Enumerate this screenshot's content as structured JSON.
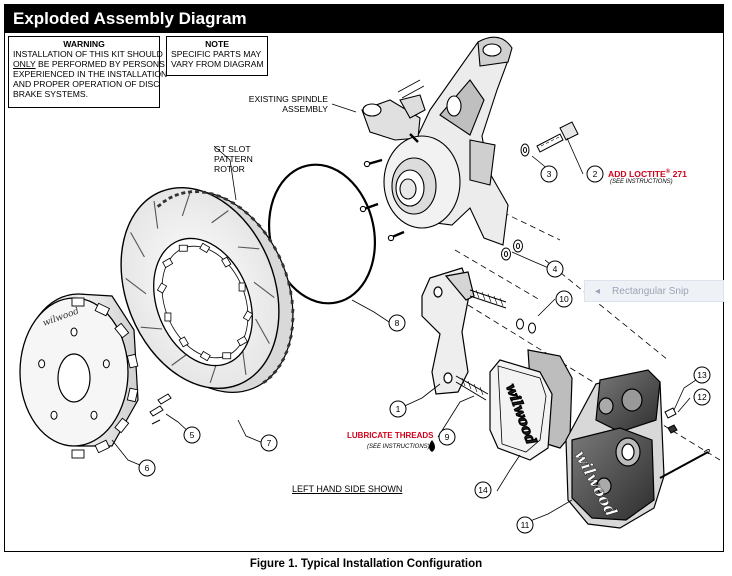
{
  "header": {
    "title": "Exploded Assembly Diagram"
  },
  "warning": {
    "heading": "WARNING",
    "lines": [
      "INSTALLATION OF THIS KIT SHOULD",
      "BE PERFORMED BY PERSONS",
      "EXPERIENCED IN THE INSTALLATION",
      "AND PROPER OPERATION OF DISC",
      "BRAKE SYSTEMS."
    ],
    "emphasis": "ONLY"
  },
  "note": {
    "heading": "NOTE",
    "lines": [
      "SPECIFIC PARTS MAY",
      "VARY FROM DIAGRAM"
    ]
  },
  "labels": {
    "spindle": [
      "EXISTING SPINDLE",
      "ASSEMBLY"
    ],
    "rotor": [
      "GT SLOT",
      "PATTERN",
      "ROTOR"
    ],
    "loctite": "ADD LOCTITE",
    "loctite_mark": "®",
    "loctite_num": " 271",
    "loctite_note": "(SEE INSTRUCTIONS)",
    "lube": "LUBRICATE THREADS",
    "lube_note": "(SEE INSTRUCTIONS)",
    "side": "LEFT HAND SIDE SHOWN"
  },
  "callouts": [
    "1",
    "2",
    "3",
    "4",
    "5",
    "6",
    "7",
    "8",
    "9",
    "10",
    "11",
    "12",
    "13",
    "14"
  ],
  "overlay": {
    "arrow": "◂",
    "text": "Rectangular Snip"
  },
  "caption": "Figure 1.  Typical Installation Configuration",
  "colors": {
    "callout_red": "#d0021b",
    "title_bg": "#000000",
    "part_fill": "#f2f2f2",
    "dark_fill": "#555555"
  }
}
